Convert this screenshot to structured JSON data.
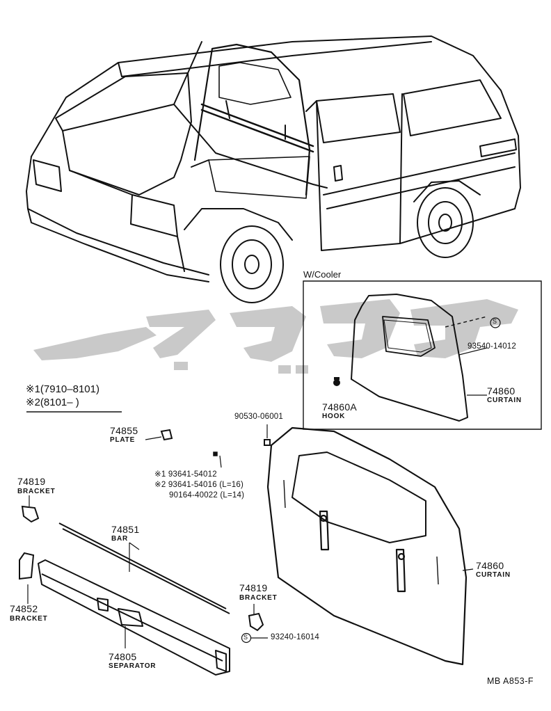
{
  "legend": {
    "line1": "※1(7910–8101)",
    "line2": "※2(8101–        )"
  },
  "inset": {
    "title": "W/Cooler",
    "circle_s": "S",
    "part_93540": "93540-14012",
    "curtain_no": "74860",
    "curtain_name": "CURTAIN",
    "hook_no": "74860A",
    "hook_name": "HOOK"
  },
  "parts": {
    "p90530": "90530-06001",
    "p74855_no": "74855",
    "p74855_name": "PLATE",
    "bolt_line1": "※1 93641-54012",
    "bolt_line2": "※2 93641-54016 (L=16)",
    "bolt_line3": "90164-40022 (L=14)",
    "p74819a_no": "74819",
    "p74819a_name": "BRACKET",
    "p74851_no": "74851",
    "p74851_name": "BAR",
    "p74852_no": "74852",
    "p74852_name": "BRACKET",
    "p74805_no": "74805",
    "p74805_name": "SEPARATOR",
    "p74819b_no": "74819",
    "p74819b_name": "BRACKET",
    "circle_s2": "S",
    "p93240": "93240-16014",
    "p74860_no": "74860",
    "p74860_name": "CURTAIN"
  },
  "reference": "MB  A853-F",
  "icons": [
    "van-illustration",
    "curtain-panel",
    "bar",
    "separator",
    "bracket",
    "hook",
    "plate",
    "bolt",
    "watermark-logo"
  ]
}
